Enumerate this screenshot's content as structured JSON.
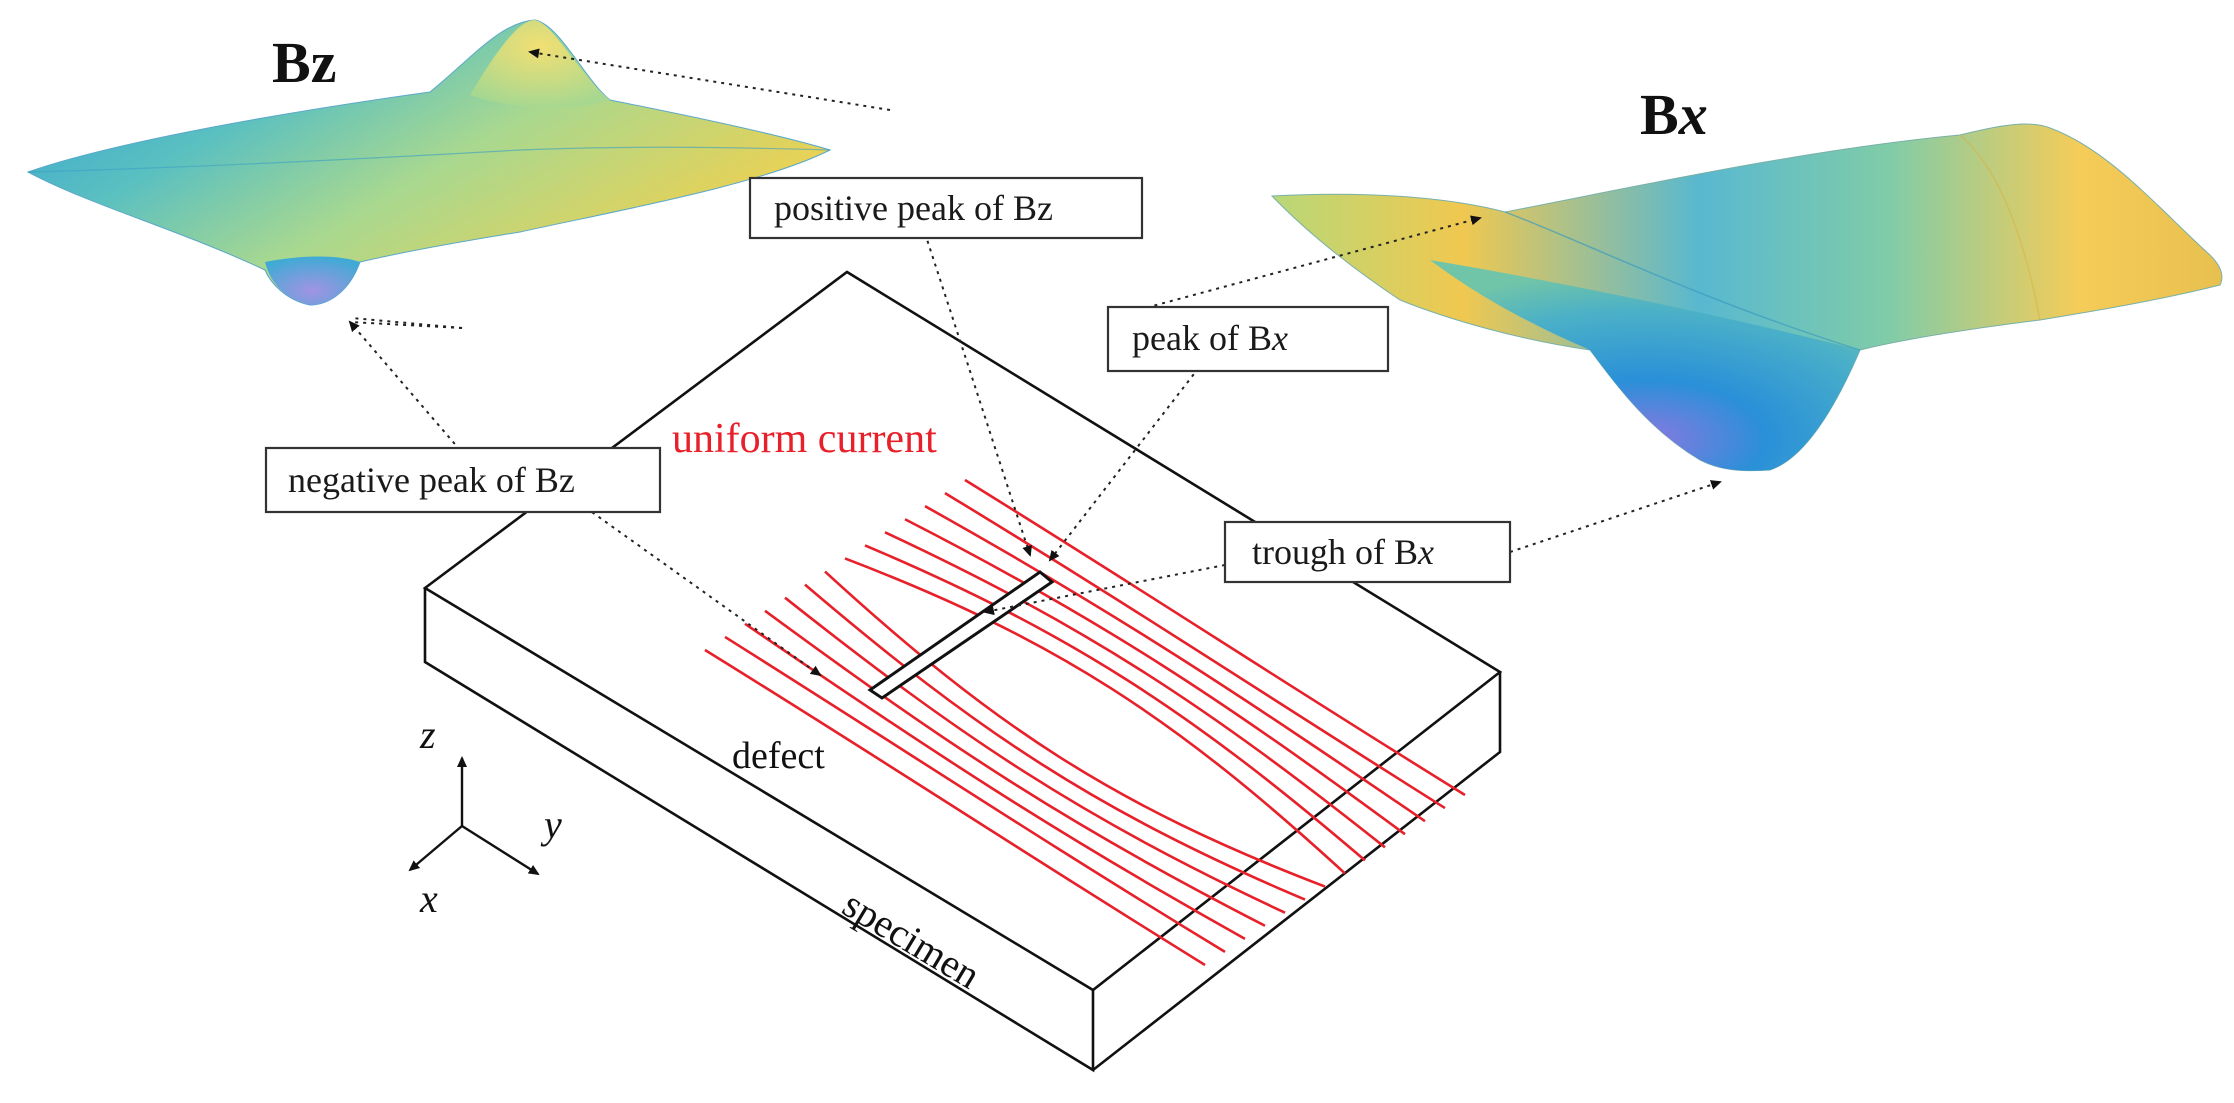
{
  "colors": {
    "current": "#e8202a",
    "surface_high": "#f5d04a",
    "surface_mid": "#7cc8a8",
    "surface_low": "#2a9dd8",
    "surface_trough": "#8a78e0"
  },
  "titles": {
    "bz_main": "B",
    "bz_suffix": "z",
    "bx_main": "B",
    "bx_suffix": "x"
  },
  "labels": {
    "positive_peak_bz": "positive peak of Bz",
    "negative_peak_bz": "negative peak of Bz",
    "peak_bx_main": "peak of B",
    "peak_bx_suffix": "x",
    "trough_bx_main": "trough of B",
    "trough_bx_suffix": "x",
    "uniform_current": "uniform current",
    "defect": "defect",
    "specimen": "specimen"
  },
  "axes": {
    "z": "z",
    "y": "y",
    "x": "x"
  }
}
